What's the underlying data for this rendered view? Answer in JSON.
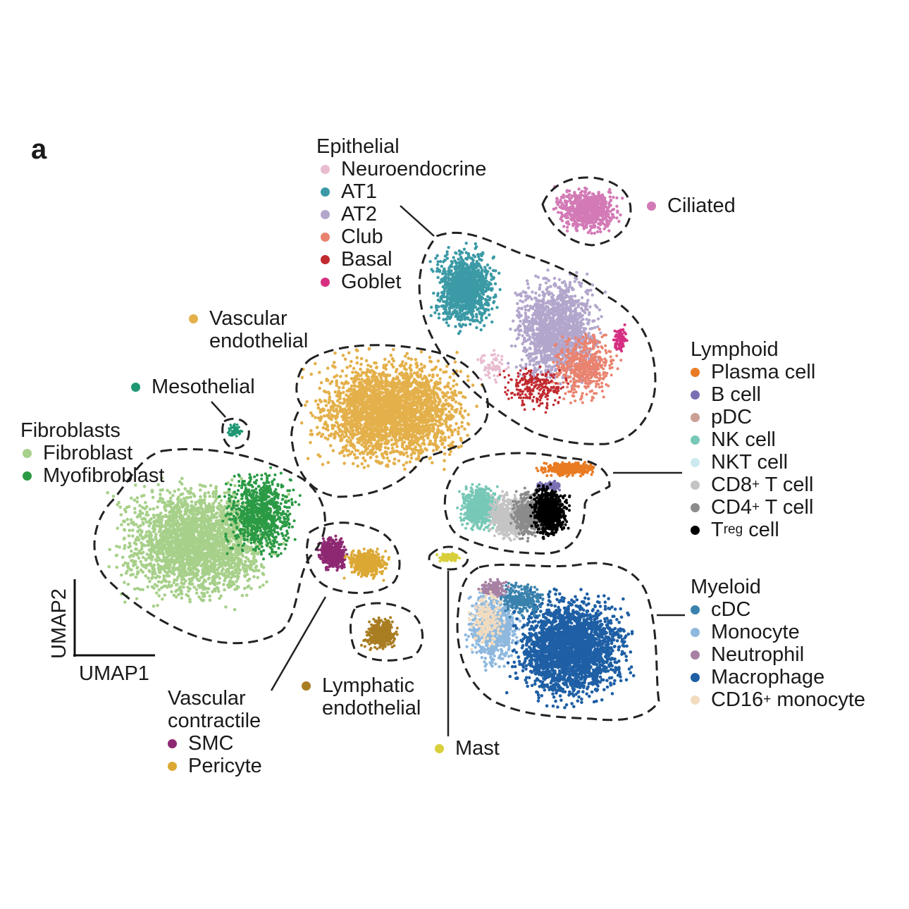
{
  "panel_label": "a",
  "chart_data": {
    "type": "scatter",
    "xlabel": "UMAP1",
    "ylabel": "UMAP2",
    "groups": [
      {
        "name": "Epithelial",
        "members": [
          {
            "name": "Neuroendocrine",
            "color": "#e9bcd0"
          },
          {
            "name": "AT1",
            "color": "#3b9aa6"
          },
          {
            "name": "AT2",
            "color": "#b3a6cc"
          },
          {
            "name": "Club",
            "color": "#e9836f"
          },
          {
            "name": "Basal",
            "color": "#c12a2f"
          },
          {
            "name": "Goblet",
            "color": "#d62f82"
          }
        ]
      },
      {
        "name": "",
        "members": [
          {
            "name": "Ciliated",
            "color": "#d37ab6"
          }
        ]
      },
      {
        "name": "",
        "members": [
          {
            "name": "Vascular endothelial",
            "color": "#e4b04b"
          }
        ]
      },
      {
        "name": "",
        "members": [
          {
            "name": "Mesothelial",
            "color": "#1e9774"
          }
        ]
      },
      {
        "name": "Fibroblasts",
        "members": [
          {
            "name": "Fibroblast",
            "color": "#a7d08a"
          },
          {
            "name": "Myofibroblast",
            "color": "#2b9a45"
          }
        ]
      },
      {
        "name": "Lymphoid",
        "members": [
          {
            "name": "Plasma cell",
            "color": "#e97b22"
          },
          {
            "name": "B cell",
            "color": "#7a6fb3"
          },
          {
            "name": "pDC",
            "color": "#caa095"
          },
          {
            "name": "NK cell",
            "color": "#77c8b6"
          },
          {
            "name": "NKT cell",
            "color": "#cde9ef"
          },
          {
            "name": "CD8+ T cell",
            "color": "#c4c4c4"
          },
          {
            "name": "CD4+ T cell",
            "color": "#8b8b8b"
          },
          {
            "name": "Treg cell",
            "color": "#000000"
          }
        ]
      },
      {
        "name": "Vascular contractile",
        "members": [
          {
            "name": "SMC",
            "color": "#8e2872"
          },
          {
            "name": "Pericyte",
            "color": "#dca834"
          }
        ]
      },
      {
        "name": "",
        "members": [
          {
            "name": "Lymphatic endothelial",
            "color": "#a97d22"
          }
        ]
      },
      {
        "name": "",
        "members": [
          {
            "name": "Mast",
            "color": "#d8cf3b"
          }
        ]
      },
      {
        "name": "Myeloid",
        "members": [
          {
            "name": "cDC",
            "color": "#3a82ad"
          },
          {
            "name": "Monocyte",
            "color": "#8eb8de"
          },
          {
            "name": "Neutrophil",
            "color": "#a780a3"
          },
          {
            "name": "Macrophage",
            "color": "#1e5fa5"
          },
          {
            "name": "CD16+ monocyte",
            "color": "#f2dcc0"
          }
        ]
      }
    ]
  },
  "legend": {
    "epithelial": {
      "title": "Epithelial",
      "items": [
        "Neuroendocrine",
        "AT1",
        "AT2",
        "Club",
        "Basal",
        "Goblet"
      ]
    },
    "ciliated": "Ciliated",
    "vascular_endothelial": {
      "line1": "Vascular",
      "line2": "endothelial"
    },
    "mesothelial": "Mesothelial",
    "fibroblasts": {
      "title": "Fibroblasts",
      "items": [
        "Fibroblast",
        "Myofibroblast"
      ]
    },
    "lymphoid": {
      "title": "Lymphoid",
      "items": [
        "Plasma cell",
        "B cell",
        "pDC",
        "NK cell",
        "NKT cell"
      ],
      "cd8": {
        "pre": "CD8",
        "sup": "+",
        "post": " T cell"
      },
      "cd4": {
        "pre": "CD4",
        "sup": "+",
        "post": " T cell"
      },
      "treg": {
        "pre": "T",
        "sub": "reg",
        "post": " cell"
      }
    },
    "vascular_contractile": {
      "line1": "Vascular",
      "line2": "contractile",
      "items": [
        "SMC",
        "Pericyte"
      ]
    },
    "lymphatic_endothelial": {
      "line1": "Lymphatic",
      "line2": "endothelial"
    },
    "mast": "Mast",
    "myeloid": {
      "title": "Myeloid",
      "items": [
        "cDC",
        "Monocyte",
        "Neutrophil",
        "Macrophage"
      ],
      "cd16": {
        "pre": "CD16",
        "sup": "+",
        "post": " monocyte"
      }
    }
  },
  "colors": {
    "Neuroendocrine": "#e9bcd0",
    "AT1": "#3b9aa6",
    "AT2": "#b3a6cc",
    "Club": "#e9836f",
    "Basal": "#c12a2f",
    "Goblet": "#d62f82",
    "Ciliated": "#d37ab6",
    "VascularEndothelial": "#e4b04b",
    "Mesothelial": "#1e9774",
    "Fibroblast": "#a7d08a",
    "Myofibroblast": "#2b9a45",
    "PlasmaCell": "#e97b22",
    "BCell": "#7a6fb3",
    "pDC": "#caa095",
    "NKCell": "#77c8b6",
    "NKTCell": "#cde9ef",
    "CD8": "#c4c4c4",
    "CD4": "#8b8b8b",
    "Treg": "#000000",
    "SMC": "#8e2872",
    "Pericyte": "#dca834",
    "Lymphatic": "#a97d22",
    "Mast": "#d8cf3b",
    "cDC": "#3a82ad",
    "Monocyte": "#8eb8de",
    "Neutrophil": "#a780a3",
    "Macrophage": "#1e5fa5",
    "CD16Monocyte": "#f2dcc0"
  }
}
